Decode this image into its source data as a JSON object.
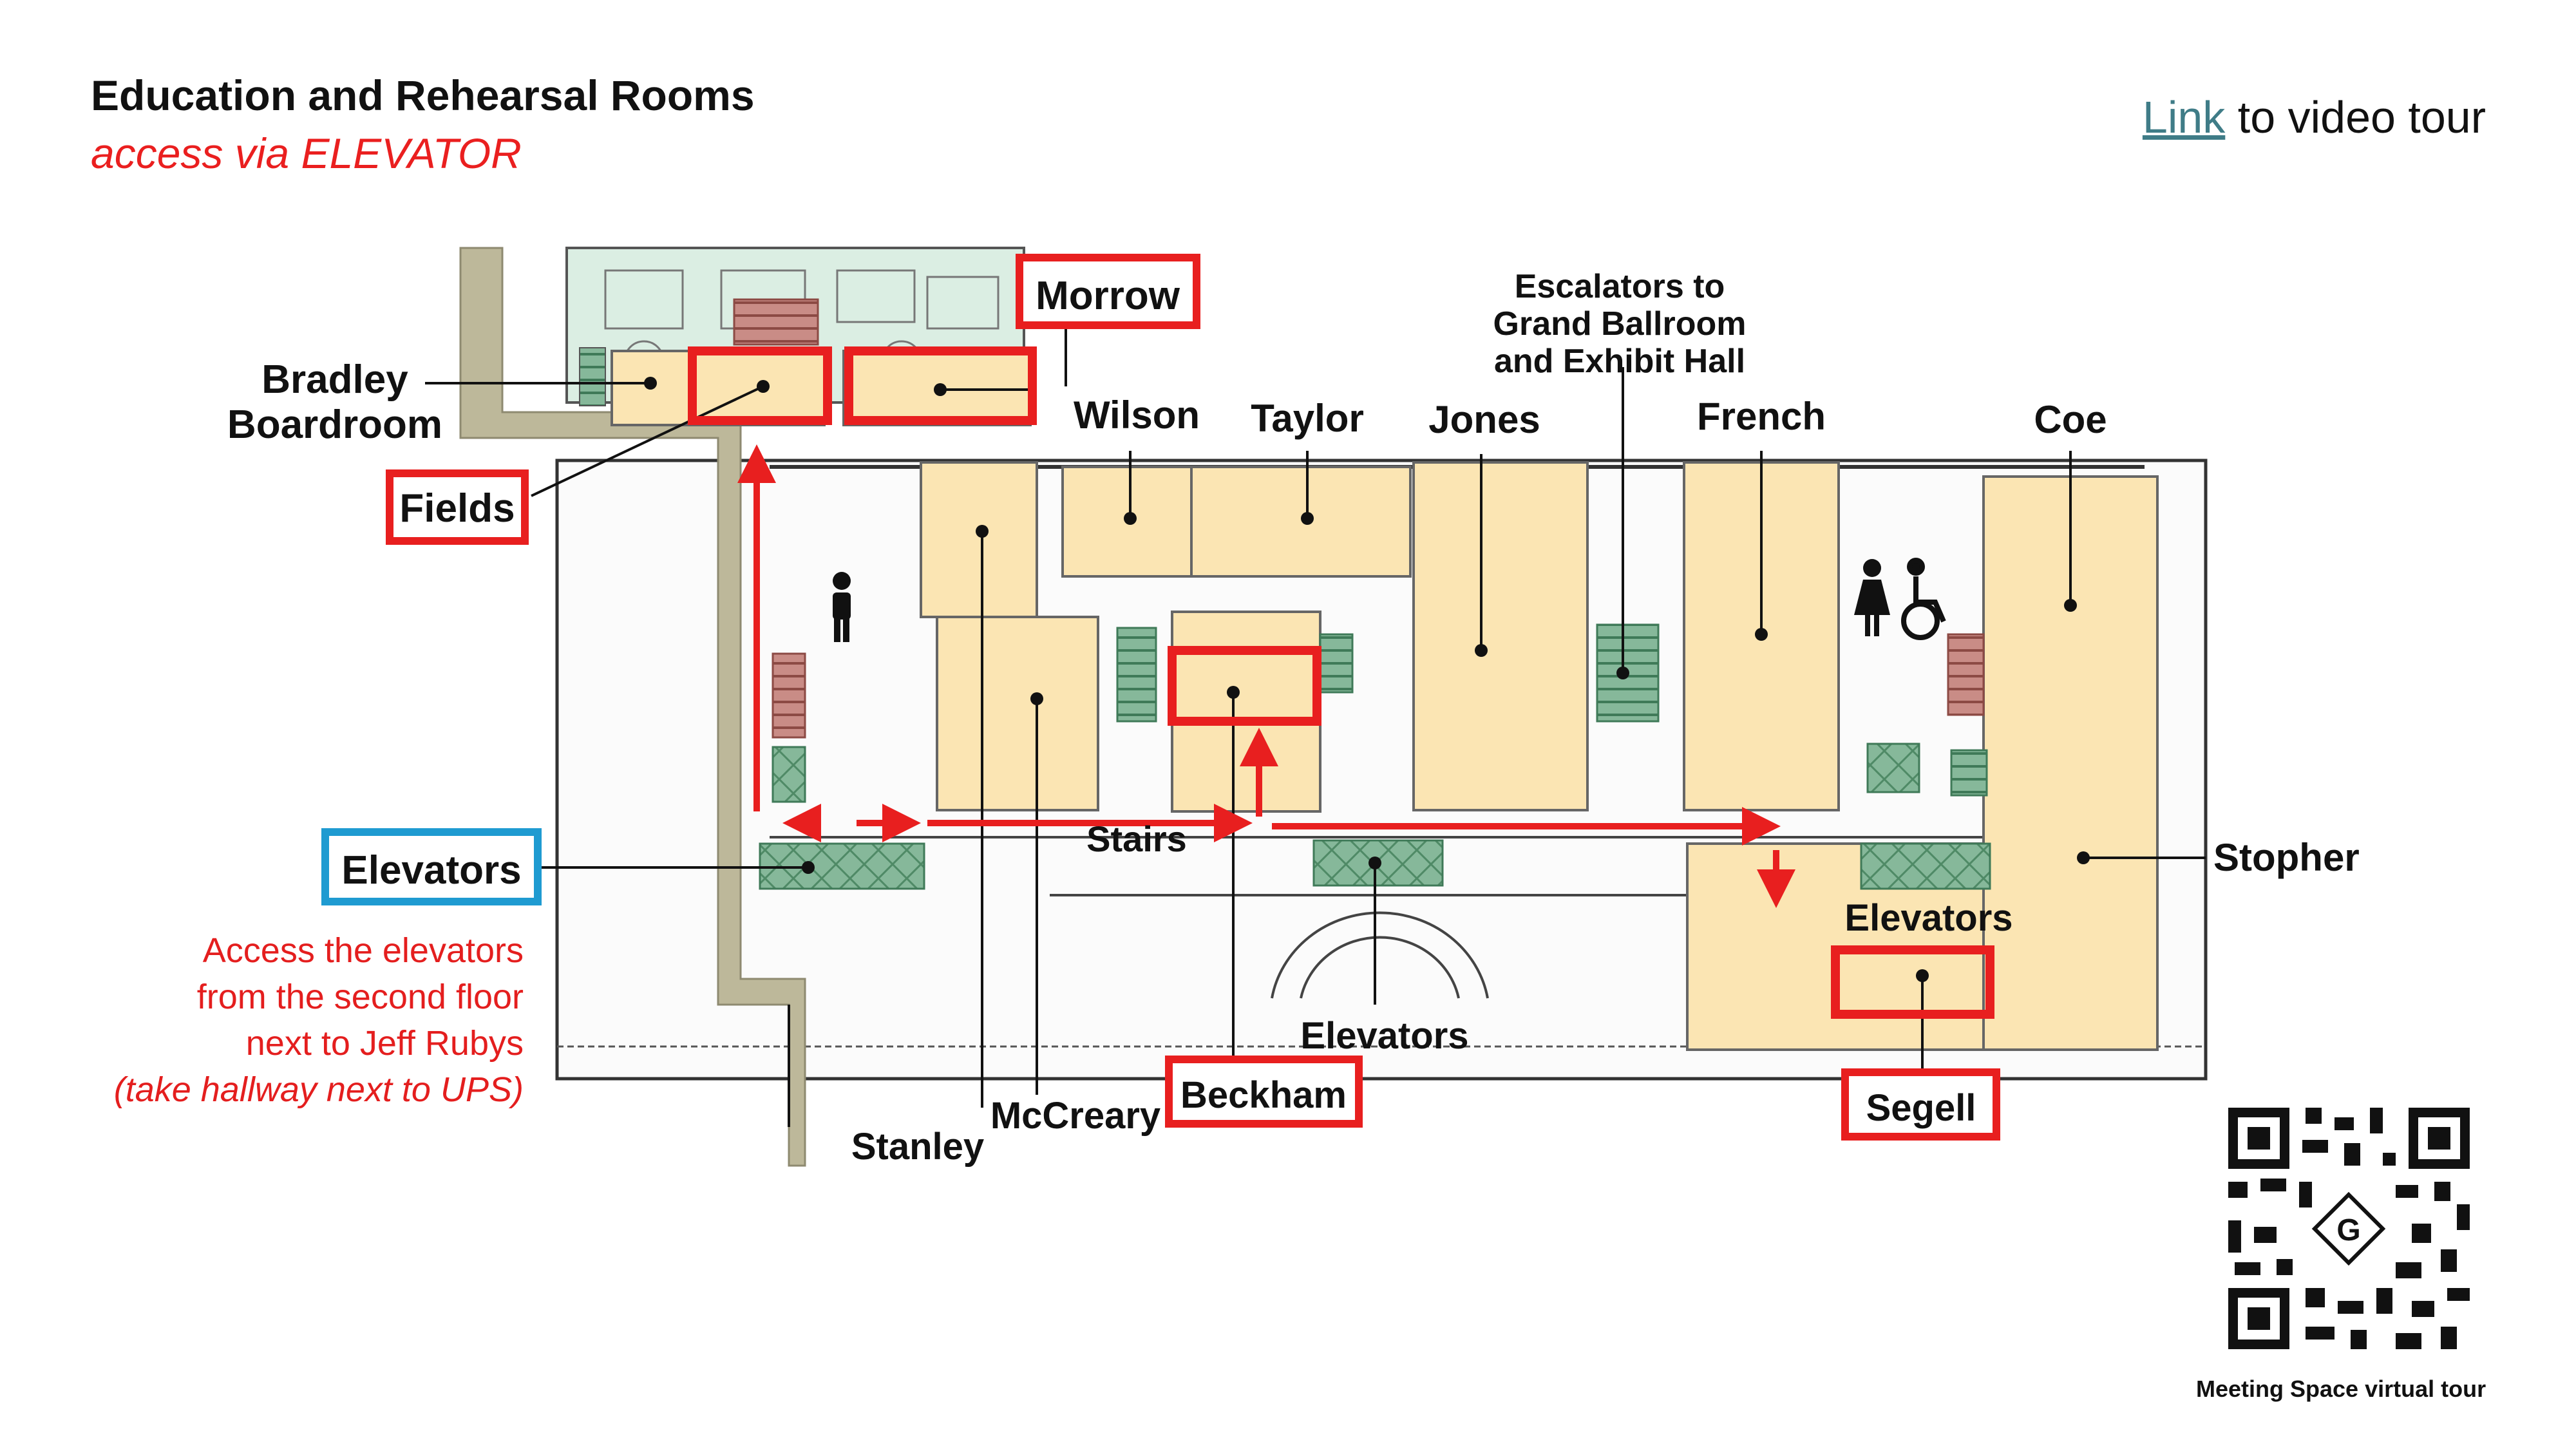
{
  "header": {
    "title": "Education and Rehearsal Rooms",
    "subtitle": "access via ELEVATOR"
  },
  "tour": {
    "link_text": "Link",
    "rest_text": " to video tour"
  },
  "rooms": {
    "bradley_line1": "Bradley",
    "bradley_line2": "Boardroom",
    "fields": "Fields",
    "morrow": "Morrow",
    "wilson": "Wilson",
    "taylor": "Taylor",
    "jones": "Jones",
    "french": "French",
    "coe": "Coe",
    "stopher": "Stopher",
    "beckham": "Beckham",
    "mccreary": "McCreary",
    "stanley": "Stanley",
    "segell": "Segell"
  },
  "features": {
    "escalators_line1": "Escalators to",
    "escalators_line2": "Grand Ballroom",
    "escalators_line3": "and Exhibit Hall",
    "stairs": "Stairs",
    "elevators_left": "Elevators",
    "elevators_center": "Elevators",
    "elevators_right": "Elevators"
  },
  "access_note": {
    "line1": "Access the elevators",
    "line2": "from the second floor",
    "line3": "next to Jeff Rubys",
    "line4": "(take hallway next to UPS)"
  },
  "qr": {
    "caption": "Meeting Space virtual tour",
    "center_glyph": "G"
  },
  "colors": {
    "highlight_red": "#e81f1f",
    "elevator_blue": "#1f9bd1",
    "room_fill": "#fbe5b3",
    "elevator_fill": "#86b89a",
    "wall": "#bdb89a"
  }
}
